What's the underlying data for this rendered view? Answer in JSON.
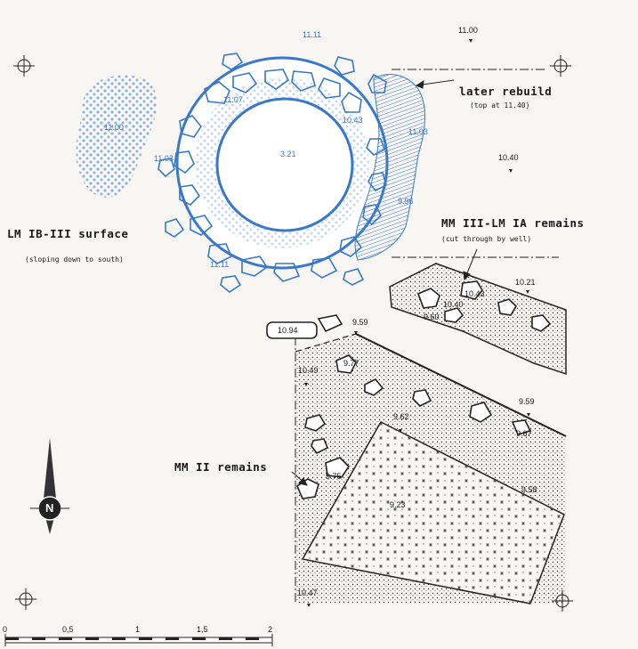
{
  "labels": {
    "later_rebuild": "later rebuild",
    "later_rebuild_note": "(top at 11.40)",
    "lm_surface": "LM IB-III surface",
    "lm_surface_note": "(sloping down to south)",
    "mm3_remains": "MM III-LM IA remains",
    "mm3_remains_note": "(cut through by well)",
    "mm2_remains": "MM II remains",
    "north": "N"
  },
  "elevations_black": [
    "11.00",
    "10.40",
    "10.21",
    "10.43",
    "10.40",
    "9.60",
    "9.59",
    "10.94",
    "10.49",
    "9.77",
    "9.62",
    "9.59",
    "9.67",
    "9.75",
    "9.23",
    "9.58",
    "10.47"
  ],
  "elevations_blue": [
    "11.11",
    "11.07",
    "10.43",
    "11.03",
    "11.00",
    "11.03",
    "3.21",
    "9.96",
    "11.11"
  ],
  "scale": {
    "ticks": [
      "0",
      "0,5",
      "1",
      "1,5",
      "2"
    ],
    "max": 2
  },
  "colors": {
    "well": "#3a78c8",
    "ink": "#1a1a1a",
    "paper": "#f7f6f3"
  }
}
